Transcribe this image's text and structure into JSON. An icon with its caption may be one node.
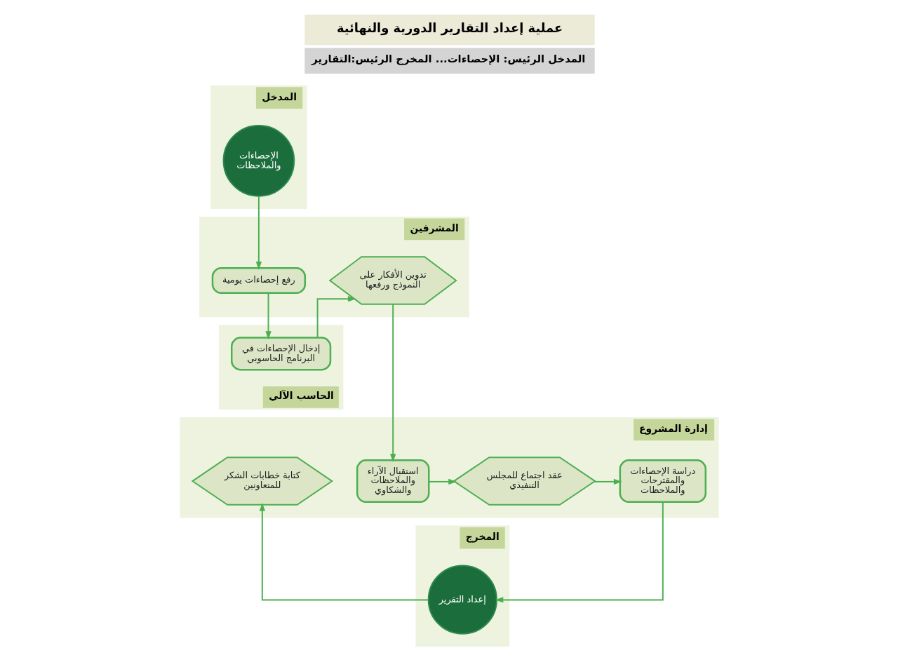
{
  "diagram": {
    "title": "عملية إعداد التقارير الدورية والنهائية",
    "caption": "المدخل الرئيس: الإحصاءات... المخرج الرئيس:التقارير",
    "nodes": [
      {
        "text": [
          "المدخل"
        ]
      },
      {
        "text": [
          "الإحصاءات والملاحظات"
        ],
        "in": 0
      },
      {
        "text": [
          "المشرفين"
        ]
      },
      {
        "text": [
          "رفع إحصاءات يومية"
        ],
        "in": 2
      },
      {
        "text": [
          "تدوين الأفكار على النموذج ورفعها"
        ],
        "in": 2
      },
      {
        "text": [
          "الحاسب الآلي"
        ]
      },
      {
        "text": [
          "إدخال الإحصاءات في البرنامج الحاسوبي"
        ],
        "in": 5
      },
      {
        "text": [
          "إدارة المشروع"
        ]
      },
      {
        "text": [
          "استقبال الآراء والملاحظات والشكاوي"
        ],
        "in": 7
      },
      {
        "text": [
          "عقد اجتماع للمجلس التنفيذي"
        ],
        "in": 7
      },
      {
        "text": [
          "دراسة الإحصاءات والمقترحات والملاحظات"
        ],
        "in": 7
      },
      {
        "text": [
          "كتابة خطابات الشكر للمتعاونين"
        ],
        "in": 7
      },
      {
        "text": [
          "المخرج"
        ]
      },
      {
        "text": [
          "إعداد التقرير"
        ],
        "in": 12
      }
    ],
    "edges": [
      {
        "from": 1,
        "to": 3,
        "arrow": "to"
      },
      {
        "from": 3,
        "to": 6,
        "arrow": "to"
      },
      {
        "from": 6,
        "to": 4,
        "arrow": "to"
      },
      {
        "from": 4,
        "to": 8,
        "arrow": "to"
      },
      {
        "from": 8,
        "to": 9,
        "arrow": "to"
      },
      {
        "from": 9,
        "to": 10,
        "arrow": "to"
      },
      {
        "from": 10,
        "to": 13,
        "arrow": "to"
      },
      {
        "from": 13,
        "to": 11,
        "arrow": "to"
      }
    ]
  }
}
